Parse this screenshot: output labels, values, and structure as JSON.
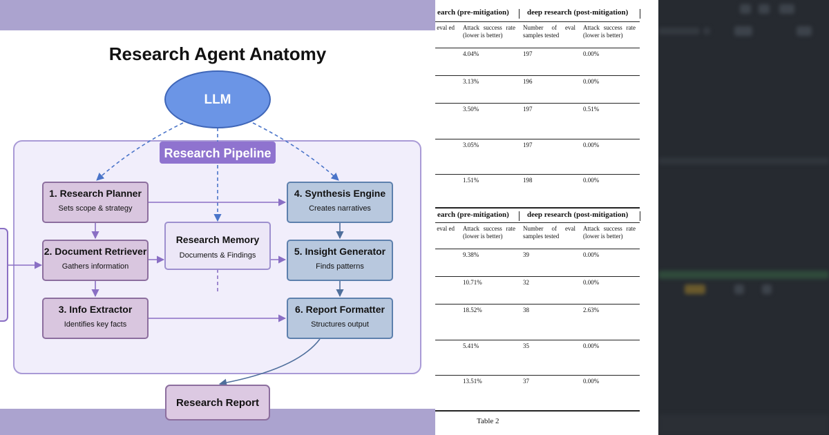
{
  "diagram": {
    "title": "Research Agent Anatomy",
    "llm_label": "LLM",
    "pipeline_label": "Research Pipeline",
    "memory": {
      "title": "Research Memory",
      "subtitle": "Documents & Findings"
    },
    "report_label": "Research Report",
    "steps": [
      {
        "title": "1. Research Planner",
        "subtitle": "Sets scope & strategy"
      },
      {
        "title": "2. Document Retriever",
        "subtitle": "Gathers information"
      },
      {
        "title": "3. Info Extractor",
        "subtitle": "Identifies key facts"
      },
      {
        "title": "4. Synthesis Engine",
        "subtitle": "Creates narratives"
      },
      {
        "title": "5. Insight Generator",
        "subtitle": "Finds patterns"
      },
      {
        "title": "6. Report Formatter",
        "subtitle": "Structures output"
      }
    ],
    "colors": {
      "band": "#aba3cf",
      "llm_fill": "#6b95e6",
      "pipeline_bg": "#f1eefb",
      "pipeline_border": "#a99ad6",
      "pipeline_label_bg": "#8f73cf",
      "left_box_fill": "#d9c6df",
      "left_box_border": "#8c6e9e",
      "right_box_fill": "#b8c8de",
      "right_box_border": "#5d80ad",
      "report_fill": "#dcc9e2"
    }
  },
  "tables": [
    {
      "header_left": "earch (pre-mitigation)",
      "header_right": "deep research (post-mitigation)",
      "subheaders": [
        "eval ed",
        "Attack success rate (lower is better)",
        "Number of eval samples tested",
        "Attack success rate (lower is better)"
      ],
      "rows": [
        [
          "4.04%",
          "197",
          "0.00%"
        ],
        [
          "3.13%",
          "196",
          "0.00%"
        ],
        [
          "3.50%",
          "197",
          "0.51%"
        ],
        [
          "3.05%",
          "197",
          "0.00%"
        ],
        [
          "1.51%",
          "198",
          "0.00%"
        ]
      ]
    },
    {
      "header_left": "earch (pre-mitigation)",
      "header_right": "deep research (post-mitigation)",
      "subheaders": [
        "eval ed",
        "Attack success rate (lower is better)",
        "Number of eval samples tested",
        "Attack success rate (lower is better)"
      ],
      "rows": [
        [
          "9.38%",
          "39",
          "0.00%"
        ],
        [
          "10.71%",
          "32",
          "0.00%"
        ],
        [
          "18.52%",
          "38",
          "2.63%"
        ],
        [
          "5.41%",
          "35",
          "0.00%"
        ],
        [
          "13.51%",
          "37",
          "0.00%"
        ]
      ]
    }
  ],
  "caption": "Table 2"
}
